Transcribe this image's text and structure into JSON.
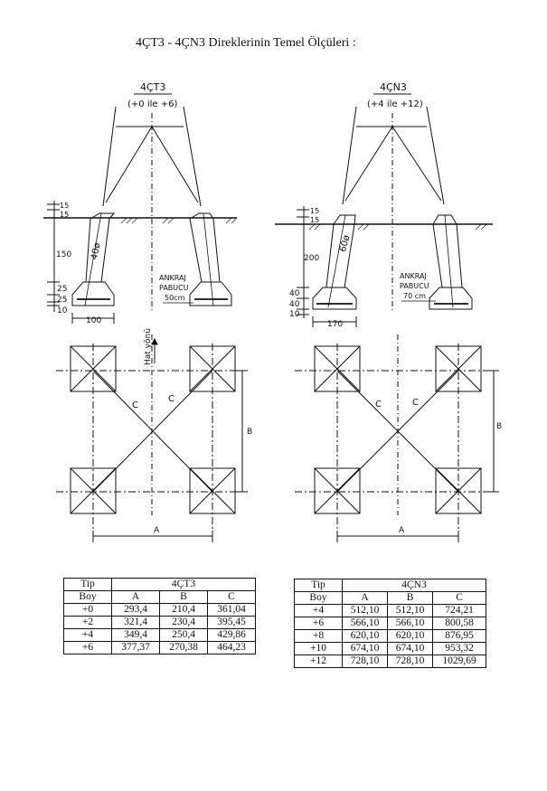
{
  "title": "4ÇT3  -  4ÇN3   Direklerinin Temel Ölçüleri :",
  "left": {
    "tower_name": "4ÇT3",
    "range": "(+0 ile +6)",
    "dims": {
      "d15a": "15",
      "d15b": "15",
      "d150": "150",
      "d25a": "25",
      "d25b": "25",
      "d10": "10",
      "d100": "100"
    },
    "diameter": "40ø",
    "anchor_label_1": "ANKRAJ",
    "anchor_label_2": "PABUCU",
    "anchor_size": "50cm",
    "line_direction": "Hat yönü",
    "label_a": "A",
    "label_b": "B",
    "label_c1": "C",
    "label_c2": "C"
  },
  "right": {
    "tower_name": "4ÇN3",
    "range": "(+4 ile +12)",
    "dims": {
      "d15a": "15",
      "d15b": "15",
      "d200": "200",
      "d40a": "40",
      "d40b": "40",
      "d10": "10",
      "d170": "170"
    },
    "diameter": "60ø",
    "anchor_label_1": "ANKRAJ",
    "anchor_label_2": "PABUCU",
    "anchor_size": "70 cm",
    "label_a": "A",
    "label_b": "B",
    "label_c1": "C",
    "label_c2": "C"
  },
  "table_left": {
    "header_tip": "Tip",
    "header_boy": "Boy",
    "group": "4ÇT3",
    "cols": [
      "A",
      "B",
      "C"
    ],
    "rows": [
      {
        "boy": "+0",
        "a": "293,4",
        "b": "210,4",
        "c": "361,04"
      },
      {
        "boy": "+2",
        "a": "321,4",
        "b": "230,4",
        "c": "395,45"
      },
      {
        "boy": "+4",
        "a": "349,4",
        "b": "250,4",
        "c": "429,86"
      },
      {
        "boy": "+6",
        "a": "377,37",
        "b": "270,38",
        "c": "464,23"
      }
    ]
  },
  "table_right": {
    "header_tip": "Tip",
    "header_boy": "Boy",
    "group": "4ÇN3",
    "cols": [
      "A",
      "B",
      "C"
    ],
    "rows": [
      {
        "boy": "+4",
        "a": "512,10",
        "b": "512,10",
        "c": "724,21"
      },
      {
        "boy": "+6",
        "a": "566,10",
        "b": "566,10",
        "c": "800,58"
      },
      {
        "boy": "+8",
        "a": "620,10",
        "b": "620,10",
        "c": "876,95"
      },
      {
        "boy": "+10",
        "a": "674,10",
        "b": "674,10",
        "c": "953,32"
      },
      {
        "boy": "+12",
        "a": "728,10",
        "b": "728,10",
        "c": "1029,69"
      }
    ]
  }
}
